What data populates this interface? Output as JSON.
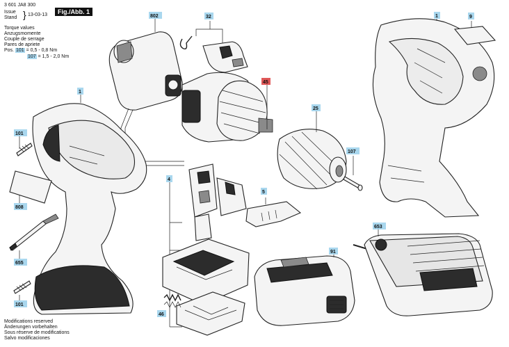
{
  "header": {
    "doc_number": "3 601 JA8 300",
    "issue_label": "Issue",
    "stand_label": "Stand",
    "issue_date": "13-03-13",
    "figure_label": "Fig./Abb. 1"
  },
  "torque_values": {
    "lines": [
      "Torque values",
      "Anzugsmomente",
      "Couple de serrage",
      "Pares de apriete"
    ],
    "pos_label": "Pos.",
    "row1": {
      "pos": "101",
      "value": "= 0,5 - 0,8 Nm"
    },
    "row2": {
      "pos": "107",
      "value": "= 1,5 - 2,0 Nm"
    }
  },
  "footer": {
    "lines": [
      "Modifications reserved",
      "Änderungen vorbehalten",
      "Sous réserve de modifications",
      "Salvo modificaciones"
    ]
  },
  "callouts": {
    "c802": "802",
    "c32": "32",
    "c1a": "1",
    "c9": "9",
    "c45": "45",
    "c25": "25",
    "c1b": "1",
    "c101a": "101",
    "c808": "808",
    "c4": "4",
    "c5": "5",
    "c107": "107",
    "c655": "655",
    "c101b": "101",
    "c46": "46",
    "c91": "91",
    "c653": "653"
  },
  "colors": {
    "callout": "#a9d7ee",
    "callout_highlight": "#e05858",
    "figure_label_bg": "#111111"
  }
}
